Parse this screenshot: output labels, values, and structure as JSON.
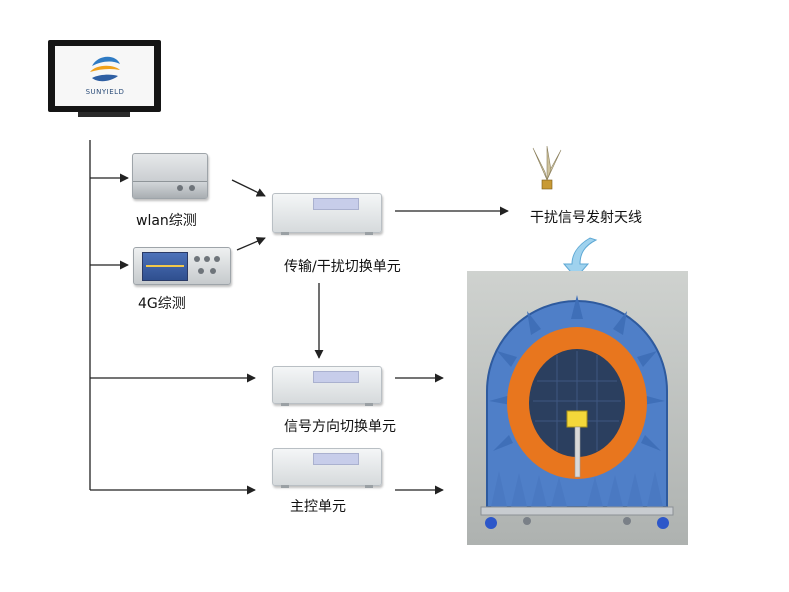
{
  "labels": {
    "wlan_tester": "wlan综测",
    "lte_tester": "4G综测",
    "transfer_unit": "传输/干扰切换单元",
    "jamming_antenna": "干扰信号发射天线",
    "direction_unit": "信号方向切换单元",
    "main_control_unit": "主控单元"
  },
  "logo": {
    "text": "SUNYIELD"
  },
  "colors": {
    "wire": "#222222",
    "chamber_blue": "#4f7fc8",
    "absorber_orange": "#e8761e",
    "callout_blue": "#9fd2ee"
  }
}
